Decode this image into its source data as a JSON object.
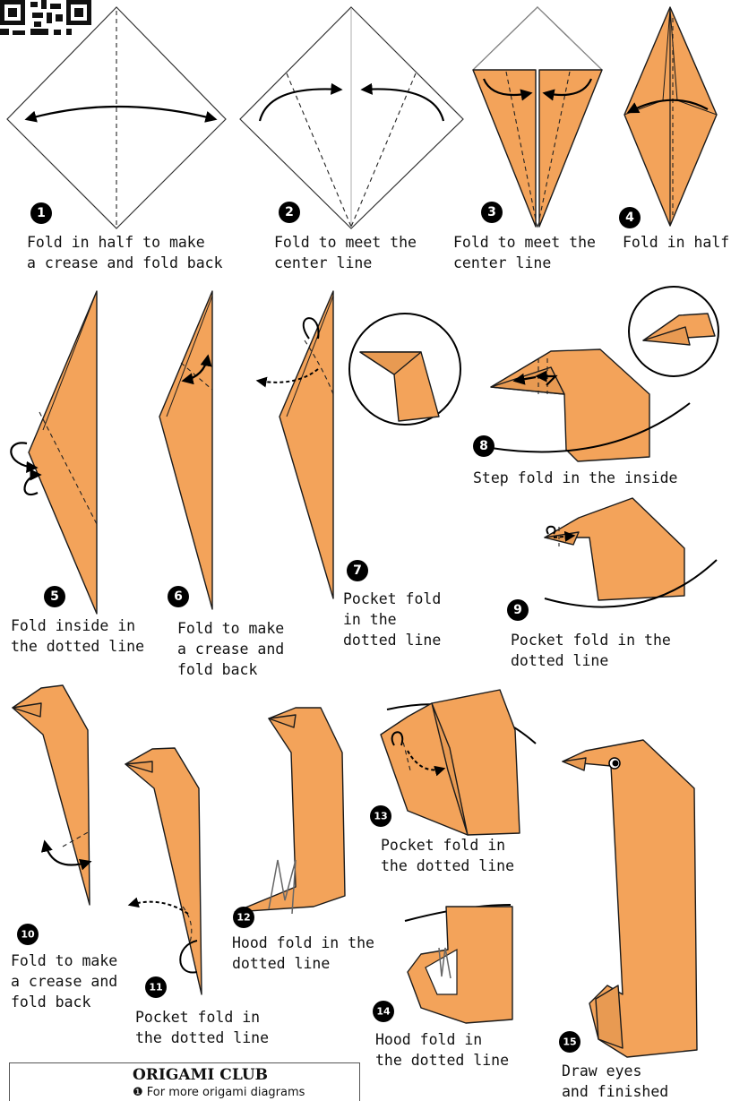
{
  "steps": [
    {
      "number": "1",
      "caption": "Fold in half to make\na crease and fold back"
    },
    {
      "number": "2",
      "caption": "Fold to meet the\ncenter line"
    },
    {
      "number": "3",
      "caption": "Fold to meet the\ncenter line"
    },
    {
      "number": "4",
      "caption": "Fold in half"
    },
    {
      "number": "5",
      "caption": "Fold inside in\nthe dotted line"
    },
    {
      "number": "6",
      "caption": "Fold to make\na crease and\nfold back"
    },
    {
      "number": "7",
      "caption": "Pocket fold\nin the\ndotted line"
    },
    {
      "number": "8",
      "caption": "Step fold in the inside"
    },
    {
      "number": "9",
      "caption": "Pocket fold in the\ndotted line"
    },
    {
      "number": "10",
      "caption": "Fold to make\na crease and\nfold back"
    },
    {
      "number": "11",
      "caption": "Pocket fold in\nthe dotted line"
    },
    {
      "number": "12",
      "caption": "Hood fold in the\ndotted line"
    },
    {
      "number": "13",
      "caption": "Pocket fold in\nthe dotted line"
    },
    {
      "number": "14",
      "caption": "Hood fold in\nthe dotted line"
    },
    {
      "number": "15",
      "caption": "Draw eyes\nand finished"
    }
  ],
  "footer": {
    "title": "ORIGAMI CLUB",
    "line": "For more origami diagrams",
    "bullet": "❶"
  },
  "colors": {
    "paper": "#F3A35A",
    "outline": "#1a1a1a",
    "background": "#ffffff"
  }
}
